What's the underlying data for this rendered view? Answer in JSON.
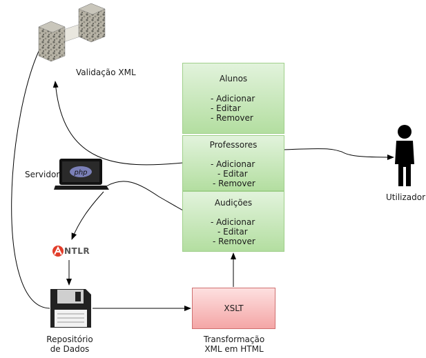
{
  "labels": {
    "validacao": "Validação XML",
    "servidor": "Servidor",
    "utilizador": "Utilizador",
    "repositorio_l1": "Repositório",
    "repositorio_l2": "de Dados",
    "transformacao_l1": "Transformação",
    "transformacao_l2": "XML em HTML",
    "antlr": "NTLR",
    "php": "php"
  },
  "boxes": {
    "alunos": {
      "title": "Alunos",
      "ops": [
        "- Adicionar",
        "- Editar",
        "- Remover"
      ]
    },
    "professores": {
      "title": "Professores",
      "ops": [
        "- Adicionar",
        "- Editar",
        "- Remover"
      ]
    },
    "audicoes": {
      "title": "Audições",
      "ops": [
        "- Adicionar",
        "- Editar",
        "- Remover"
      ]
    },
    "xslt": {
      "title": "XSLT"
    }
  },
  "colors": {
    "green_box": "#b3dea0",
    "red_box": "#f4a6a6",
    "antlr_red": "#e23d2a"
  },
  "icons": {
    "validation": "castle-wall-icon",
    "server": "laptop-php-icon",
    "user": "person-icon",
    "repository": "floppy-disk-icon",
    "parser": "antlr-logo-icon"
  }
}
